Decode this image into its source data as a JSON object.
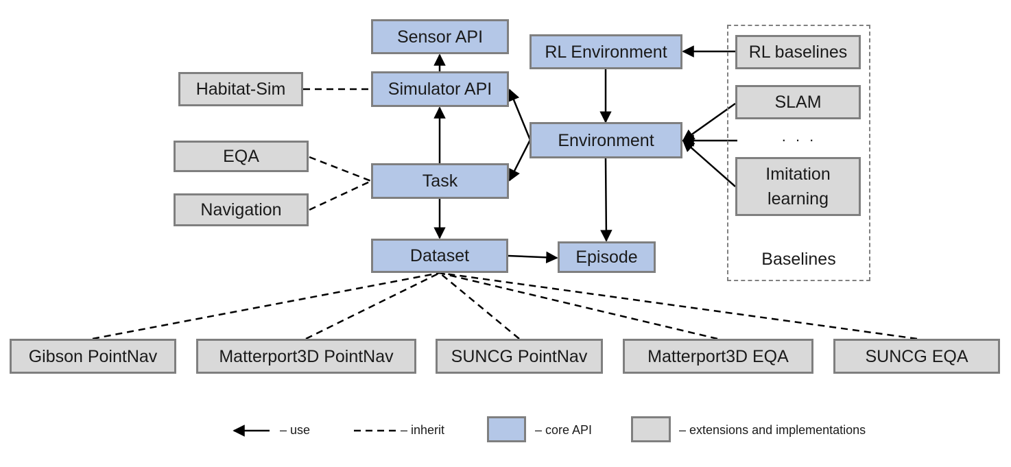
{
  "nodes": {
    "sensor_api": "Sensor API",
    "simulator_api": "Simulator API",
    "habitat_sim": "Habitat-Sim",
    "rl_environment": "RL Environment",
    "environment": "Environment",
    "task": "Task",
    "eqa": "EQA",
    "navigation": "Navigation",
    "dataset": "Dataset",
    "episode": "Episode",
    "rl_baselines": "RL baselines",
    "slam": "SLAM",
    "imitation_line1": "Imitation",
    "imitation_line2": "learning",
    "gibson_pointnav": "Gibson PointNav",
    "matterport_pointnav": "Matterport3D PointNav",
    "suncg_pointnav": "SUNCG PointNav",
    "matterport_eqa": "Matterport3D EQA",
    "suncg_eqa": "SUNCG EQA"
  },
  "baselines_group": {
    "label": "Baselines",
    "ellipsis": ". . ."
  },
  "legend": {
    "use": "– use",
    "inherit": "– inherit",
    "core": "– core API",
    "extensions": "– extensions and implementations"
  },
  "colors": {
    "core_fill": "#b4c7e7",
    "extension_fill": "#d9d9d9",
    "border": "#7f7f7f",
    "edge": "#000000"
  }
}
